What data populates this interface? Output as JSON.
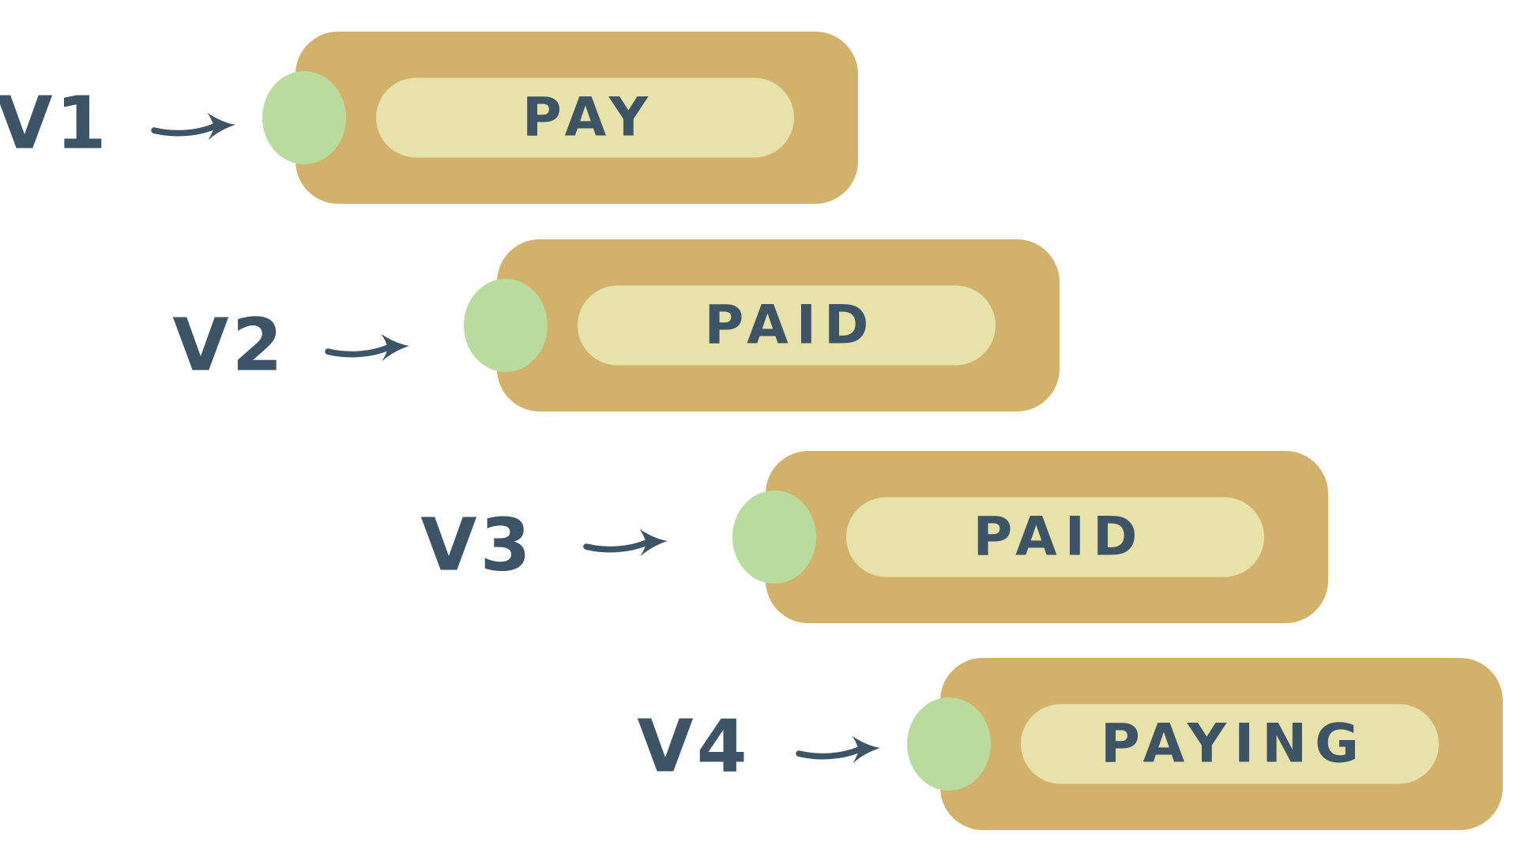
{
  "theme": {
    "background": "#ffffff",
    "box_color": "#d2b26a",
    "pill_color": "#e6e2a9",
    "dot_color": "#badb9e",
    "ink_color": "#3d5366"
  },
  "icons": {
    "arrow": "right-arrow-icon",
    "dot": "status-dot"
  },
  "rows": [
    {
      "version": "V1",
      "status": "PAY"
    },
    {
      "version": "V2",
      "status": "PAID"
    },
    {
      "version": "V3",
      "status": "PAID"
    },
    {
      "version": "V4",
      "status": "PAYING"
    }
  ]
}
